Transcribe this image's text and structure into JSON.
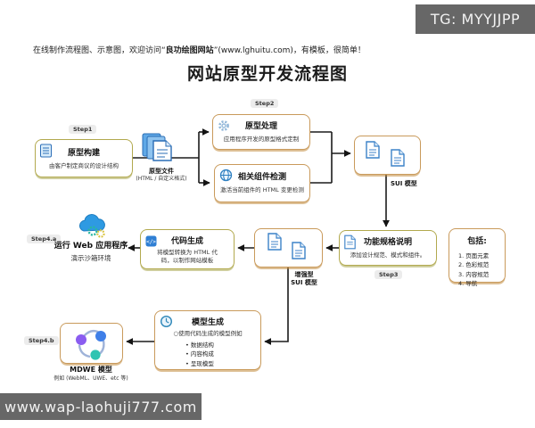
{
  "badges": {
    "tg": "TG: MYYJJPP",
    "site": "www.wap-laohuji777.com"
  },
  "header": {
    "promo_prefix": "在线制作流程图、示意图，欢迎访问“",
    "promo_site": "良功绘图网站",
    "promo_suffix": "”(www.lghuitu.com)，有模板，很简单！",
    "title": "网站原型开发流程图"
  },
  "steps": {
    "s1": "Step1",
    "s2": "Step2",
    "s3": "Step3",
    "s4a": "Step4.a",
    "s4b": "Step4.b"
  },
  "nodes": {
    "prototype_build": {
      "title": "原型构建",
      "subtitle": "由客户制定商议的设计结构"
    },
    "prototype_file": {
      "label": "原型文件",
      "format": "(HTML / 自定义格式)"
    },
    "prototype_process": {
      "title": "原型处理",
      "subtitle": "应用程序开发的原型格式定制"
    },
    "component_check": {
      "title": "相关组件检测",
      "subtitle": "激活当前组件的 HTML 变更检测"
    },
    "sui_model": {
      "label": "SUI 模型"
    },
    "func_spec": {
      "title": "功能规格说明",
      "subtitle": "添加设计规范、模式和组件。"
    },
    "includes": {
      "title": "包括:",
      "items": [
        "1. 页面元素",
        "2. 色彩规范",
        "3. 内容规范",
        "4. 导航"
      ]
    },
    "enhanced_sui": {
      "label1": "增强型",
      "label2": "SUI 模型"
    },
    "code_gen": {
      "title": "代码生成",
      "subtitle": "将模型转换为 HTML 代码，以制作网站模板"
    },
    "run_web": {
      "title": "运行 Web 应用程序",
      "subtitle": "演示沙箱环境"
    },
    "model_gen": {
      "title": "模型生成",
      "subtitle": "○使用代码生成的模型例如",
      "items": [
        "数据结构",
        "内容构成",
        "呈现模型"
      ]
    },
    "mdwe": {
      "label": "MDWE 模型",
      "sublabel": "例如 (WebML、UWE、etc 等)"
    }
  },
  "colors": {
    "accent_tan": "#c99a5b",
    "accent_olive": "#b2a94e",
    "badge_bg": "#676767",
    "doc_blue": "#3c82c8"
  }
}
